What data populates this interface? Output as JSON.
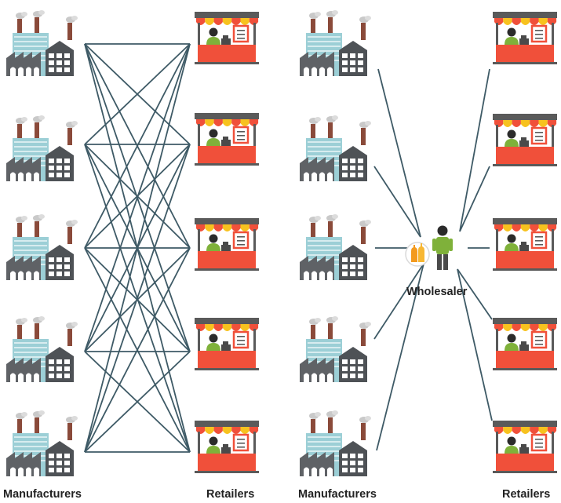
{
  "labels": {
    "manufacturers_left": "Manufacturers",
    "retailers_left": "Retailers",
    "manufacturers_right": "Manufacturers",
    "retailers_right": "Retailers",
    "wholesaler": "Wholesaler"
  },
  "left_diagram": {
    "manufacturers": 5,
    "retailers": 5,
    "connection": "every manufacturer to every retailer"
  },
  "right_diagram": {
    "manufacturers": 5,
    "retailers": 5,
    "connection": "all through one wholesaler"
  },
  "icons": [
    "factory-icon",
    "retail-stall-icon",
    "wholesaler-person-icon",
    "bottles-icon"
  ],
  "colors": {
    "line": "#3e5a66",
    "factory_gray": "#5f6266",
    "factory_teal": "#9ccfd6",
    "chimney_brown": "#8a4a3a",
    "stall_red": "#f0503a",
    "awning_yellow": "#f7c21e",
    "shirt_green": "#7fb13a"
  }
}
